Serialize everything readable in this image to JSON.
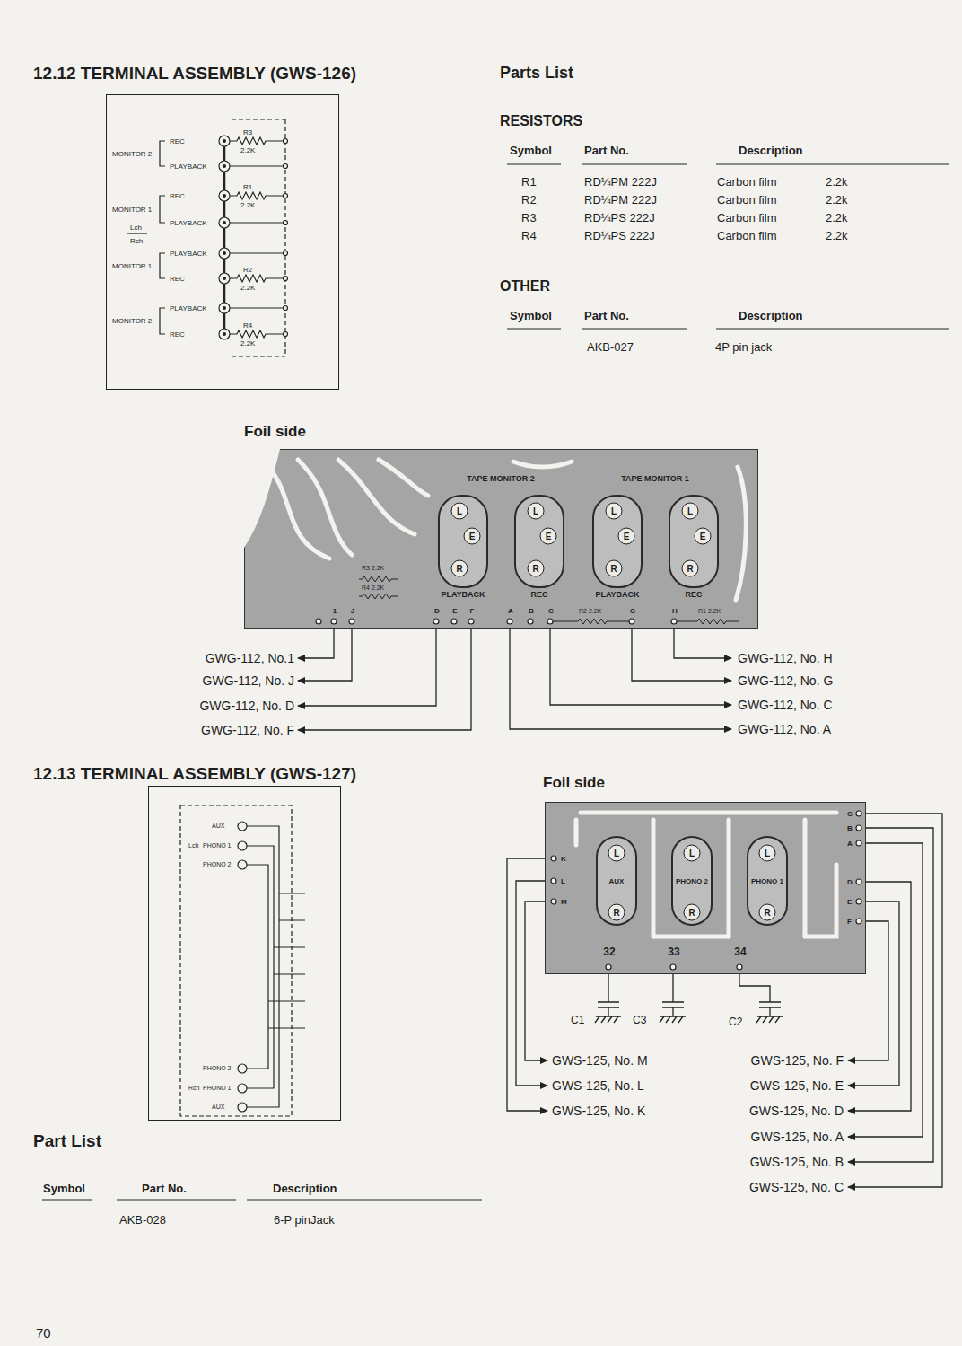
{
  "diagram": {
    "nodes": [
      {
        "text": [
          "MONITOR 2",
          "REC",
          "PLAYBACK",
          "R3",
          "2.2K",
          "MONITOR 1",
          "REC",
          "PLAYBACK",
          "R1",
          "2.2K",
          "Lch",
          "Rch",
          "MONITOR 1",
          "PLAYBACK",
          "REC",
          "R2",
          "2.2K",
          "MONITOR 2",
          "PLAYBACK",
          "REC",
          "R4",
          "2.2K"
        ]
      },
      {
        "text": [
          "TAPE MONITOR 2",
          "TAPE MONITOR 1",
          "PLAYBACK",
          "REC",
          "PLAYBACK",
          "REC",
          "R3 2.2K",
          "R4 2.2K",
          "R2 2.2K",
          "R1 2.2K",
          "1",
          "J",
          "D",
          "E",
          "F",
          "A",
          "B",
          "C",
          "G",
          "H"
        ]
      },
      {
        "text": [
          "L",
          "E",
          "R"
        ],
        "in": 1
      },
      {
        "text": [
          "L",
          "E",
          "R"
        ],
        "in": 1
      },
      {
        "text": [
          "L",
          "E",
          "R"
        ],
        "in": 1
      },
      {
        "text": [
          "L",
          "E",
          "R"
        ],
        "in": 1
      },
      {
        "text": [
          "AUX",
          "Lch",
          "PHONO 1",
          "PHONO 2",
          "PHONO 2",
          "Rch",
          "PHONO 1",
          "AUX"
        ]
      },
      {
        "text": [
          "K",
          "L",
          "M",
          "C",
          "B",
          "A",
          "D",
          "E",
          "F",
          "32",
          "33",
          "34"
        ]
      },
      {
        "text": [
          "L",
          "AUX",
          "R"
        ],
        "in": 7
      },
      {
        "text": [
          "L",
          "PHONO 2",
          "R"
        ],
        "in": 7
      },
      {
        "text": [
          "L",
          "PHONO 1",
          "R"
        ],
        "in": 7
      }
    ],
    "labels": [
      "12.12 TERMINAL ASSEMBLY (GWS-126)",
      "Parts List",
      "RESISTORS",
      "Symbol",
      "Part No.",
      "Description",
      "R1",
      "RD¼PM 222J",
      "Carbon film",
      "2.2k",
      "R2",
      "RD¼PM 222J",
      "Carbon film",
      "2.2k",
      "R3",
      "RD¼PS 222J",
      "Carbon film",
      "2.2k",
      "R4",
      "RD¼PS 222J",
      "Carbon film",
      "2.2k",
      "OTHER",
      "Symbol",
      "Part No.",
      "Description",
      "AKB-027",
      "4P pin jack",
      "Foil side",
      "GWG-112, No.1",
      "GWG-112, No. J",
      "GWG-112, No. D",
      "GWG-112, No. F",
      "GWG-112, No. H",
      "GWG-112, No. G",
      "GWG-112, No. C",
      "GWG-112, No. A",
      "12.13 TERMINAL ASSEMBLY (GWS-127)",
      "Foil side",
      "C1",
      "C3",
      "C2",
      "GWS-125, No. M",
      "GWS-125, No. L",
      "GWS-125, No. K",
      "GWS-125, No. F",
      "GWS-125, No. E",
      "GWS-125, No. D",
      "GWS-125, No. A",
      "GWS-125, No. B",
      "GWS-125, No. C",
      "Part List",
      "Symbol",
      "Part No.",
      "Description",
      "AKB-028",
      "6-P pinJack",
      "70"
    ]
  }
}
